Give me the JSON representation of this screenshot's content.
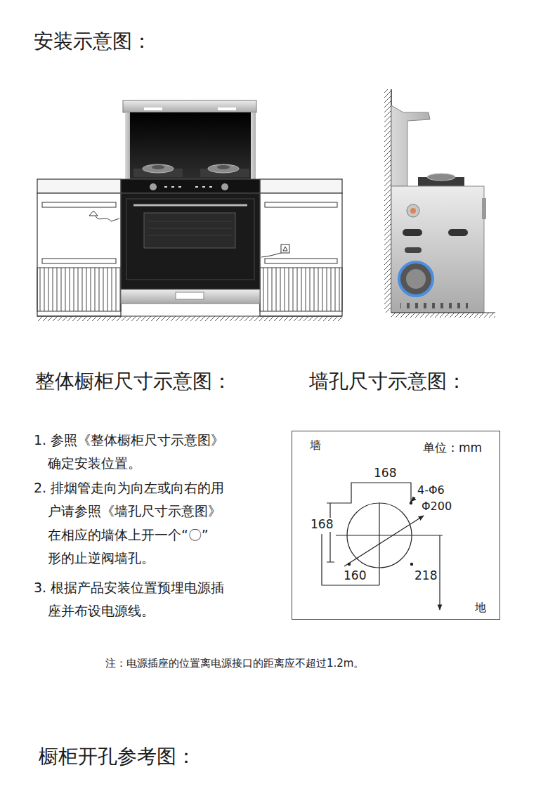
{
  "diagram": {
    "title": "安装示意图：",
    "nodes": [
      {
        "text": [
          "墙",
          "单位：mm",
          "168",
          "4-Φ6",
          "Φ200",
          "168",
          "160",
          "218",
          "地"
        ]
      }
    ],
    "labels": [
      "整体橱柜尺寸示意图：",
      "墙孔尺寸示意图：",
      "1. 参照《整体橱柜尺寸示意图》 确定安装位置。",
      "2. 排烟管走向为向左或向右的用 户请参照《墙孔尺寸示意图》 在相应的墙体上开一个“〇” 形的止逆阀墙孔。",
      "3. 根据产品安装位置预埋电源插 座并布设电源线。",
      "注：电源插座的位置离电源接口的距离应不超过1.2m。",
      "橱柜开孔参考图："
    ]
  }
}
